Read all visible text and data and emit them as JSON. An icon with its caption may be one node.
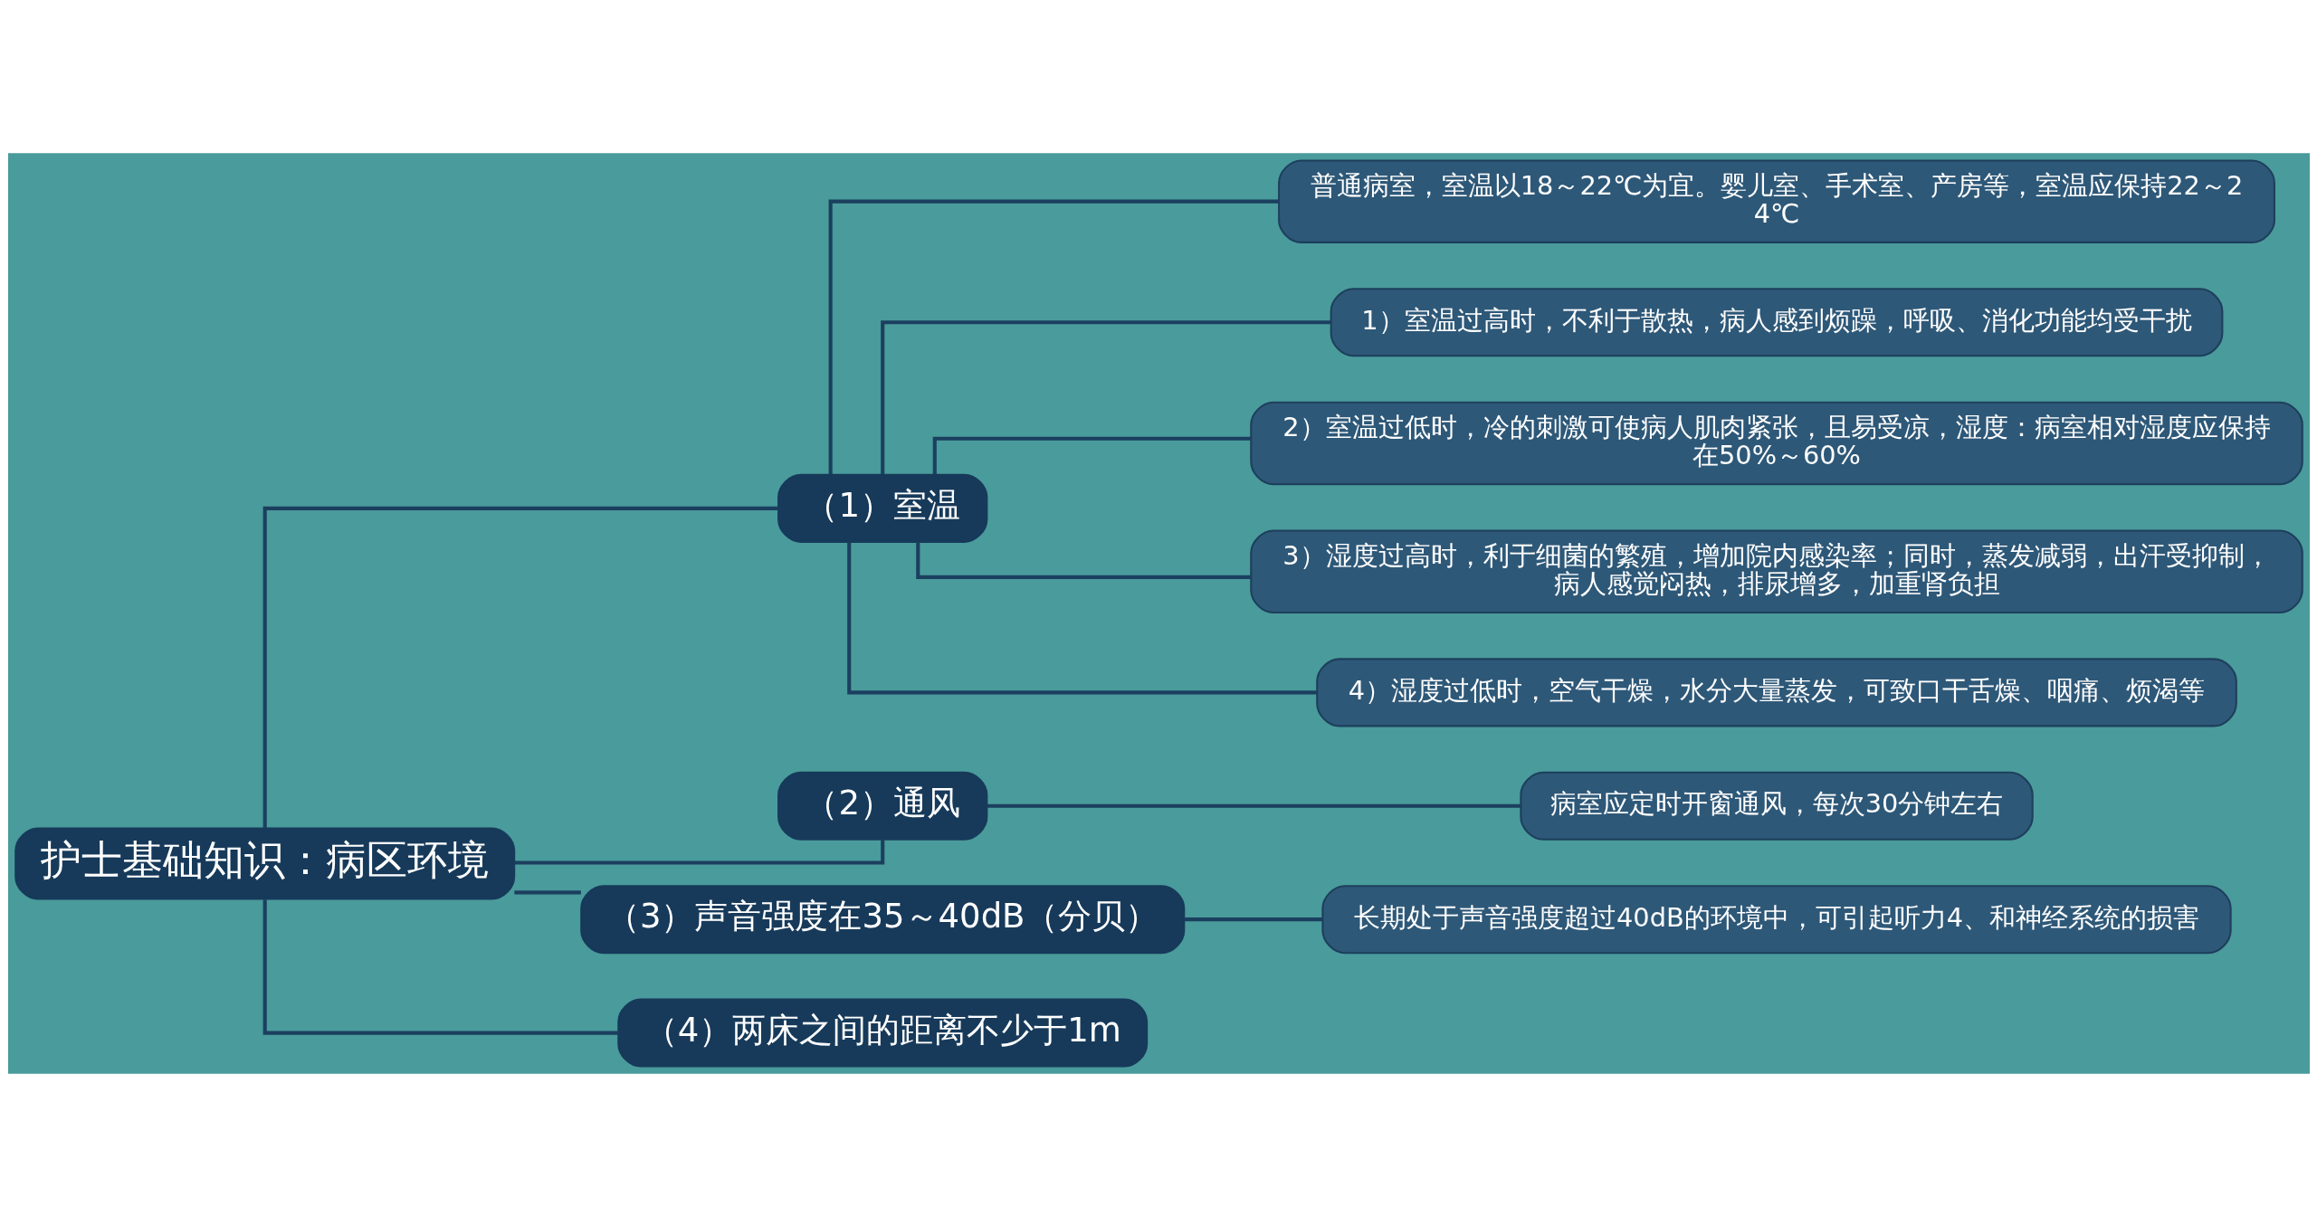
{
  "diagram": {
    "nodes": [
      {
        "text": [
          "护士基础知识：病区环境"
        ]
      },
      {
        "text": [
          "（1）室温"
        ]
      },
      {
        "text": [
          "普通病室，室温以18～22℃为宜。婴儿室、手术室、产房等，室温应保持22～24℃"
        ]
      },
      {
        "text": [
          "1）室温过高时，不利于散热，病人感到烦躁，呼吸、消化功能均受干扰"
        ]
      },
      {
        "text": [
          "2）室温过低时，冷的刺激可使病人肌肉紧张，且易受凉，湿度：病室相对湿度应保持在50%～60%"
        ]
      },
      {
        "text": [
          "3）湿度过高时，利于细菌的繁殖，增加院内感染率；同时，蒸发减弱，出汗受抑制，病人感觉闷热，排尿增多，加重肾负担"
        ]
      },
      {
        "text": [
          "4）湿度过低时，空气干燥，水分大量蒸发，可致口干舌燥、咽痛、烦渴等"
        ]
      },
      {
        "text": [
          "（2）通风"
        ]
      },
      {
        "text": [
          "病室应定时开窗通风，每次30分钟左右"
        ]
      },
      {
        "text": [
          "（3）声音强度在35～40dB（分贝）"
        ]
      },
      {
        "text": [
          "长期处于声音强度超过40dB的环境中，可引起听力4、和神经系统的损害"
        ]
      },
      {
        "text": [
          "（4）两床之间的距离不少于1m"
        ]
      }
    ],
    "edges": [
      {
        "from": 0,
        "to": 1,
        "arrow": "none"
      },
      {
        "from": 1,
        "to": 2,
        "arrow": "none"
      },
      {
        "from": 1,
        "to": 3,
        "arrow": "none"
      },
      {
        "from": 1,
        "to": 4,
        "arrow": "none"
      },
      {
        "from": 1,
        "to": 5,
        "arrow": "none"
      },
      {
        "from": 1,
        "to": 6,
        "arrow": "none"
      },
      {
        "from": 0,
        "to": 7,
        "arrow": "none"
      },
      {
        "from": 7,
        "to": 8,
        "arrow": "none"
      },
      {
        "from": 0,
        "to": 9,
        "arrow": "none"
      },
      {
        "from": 9,
        "to": 10,
        "arrow": "none"
      },
      {
        "from": 0,
        "to": 11,
        "arrow": "none"
      }
    ]
  }
}
